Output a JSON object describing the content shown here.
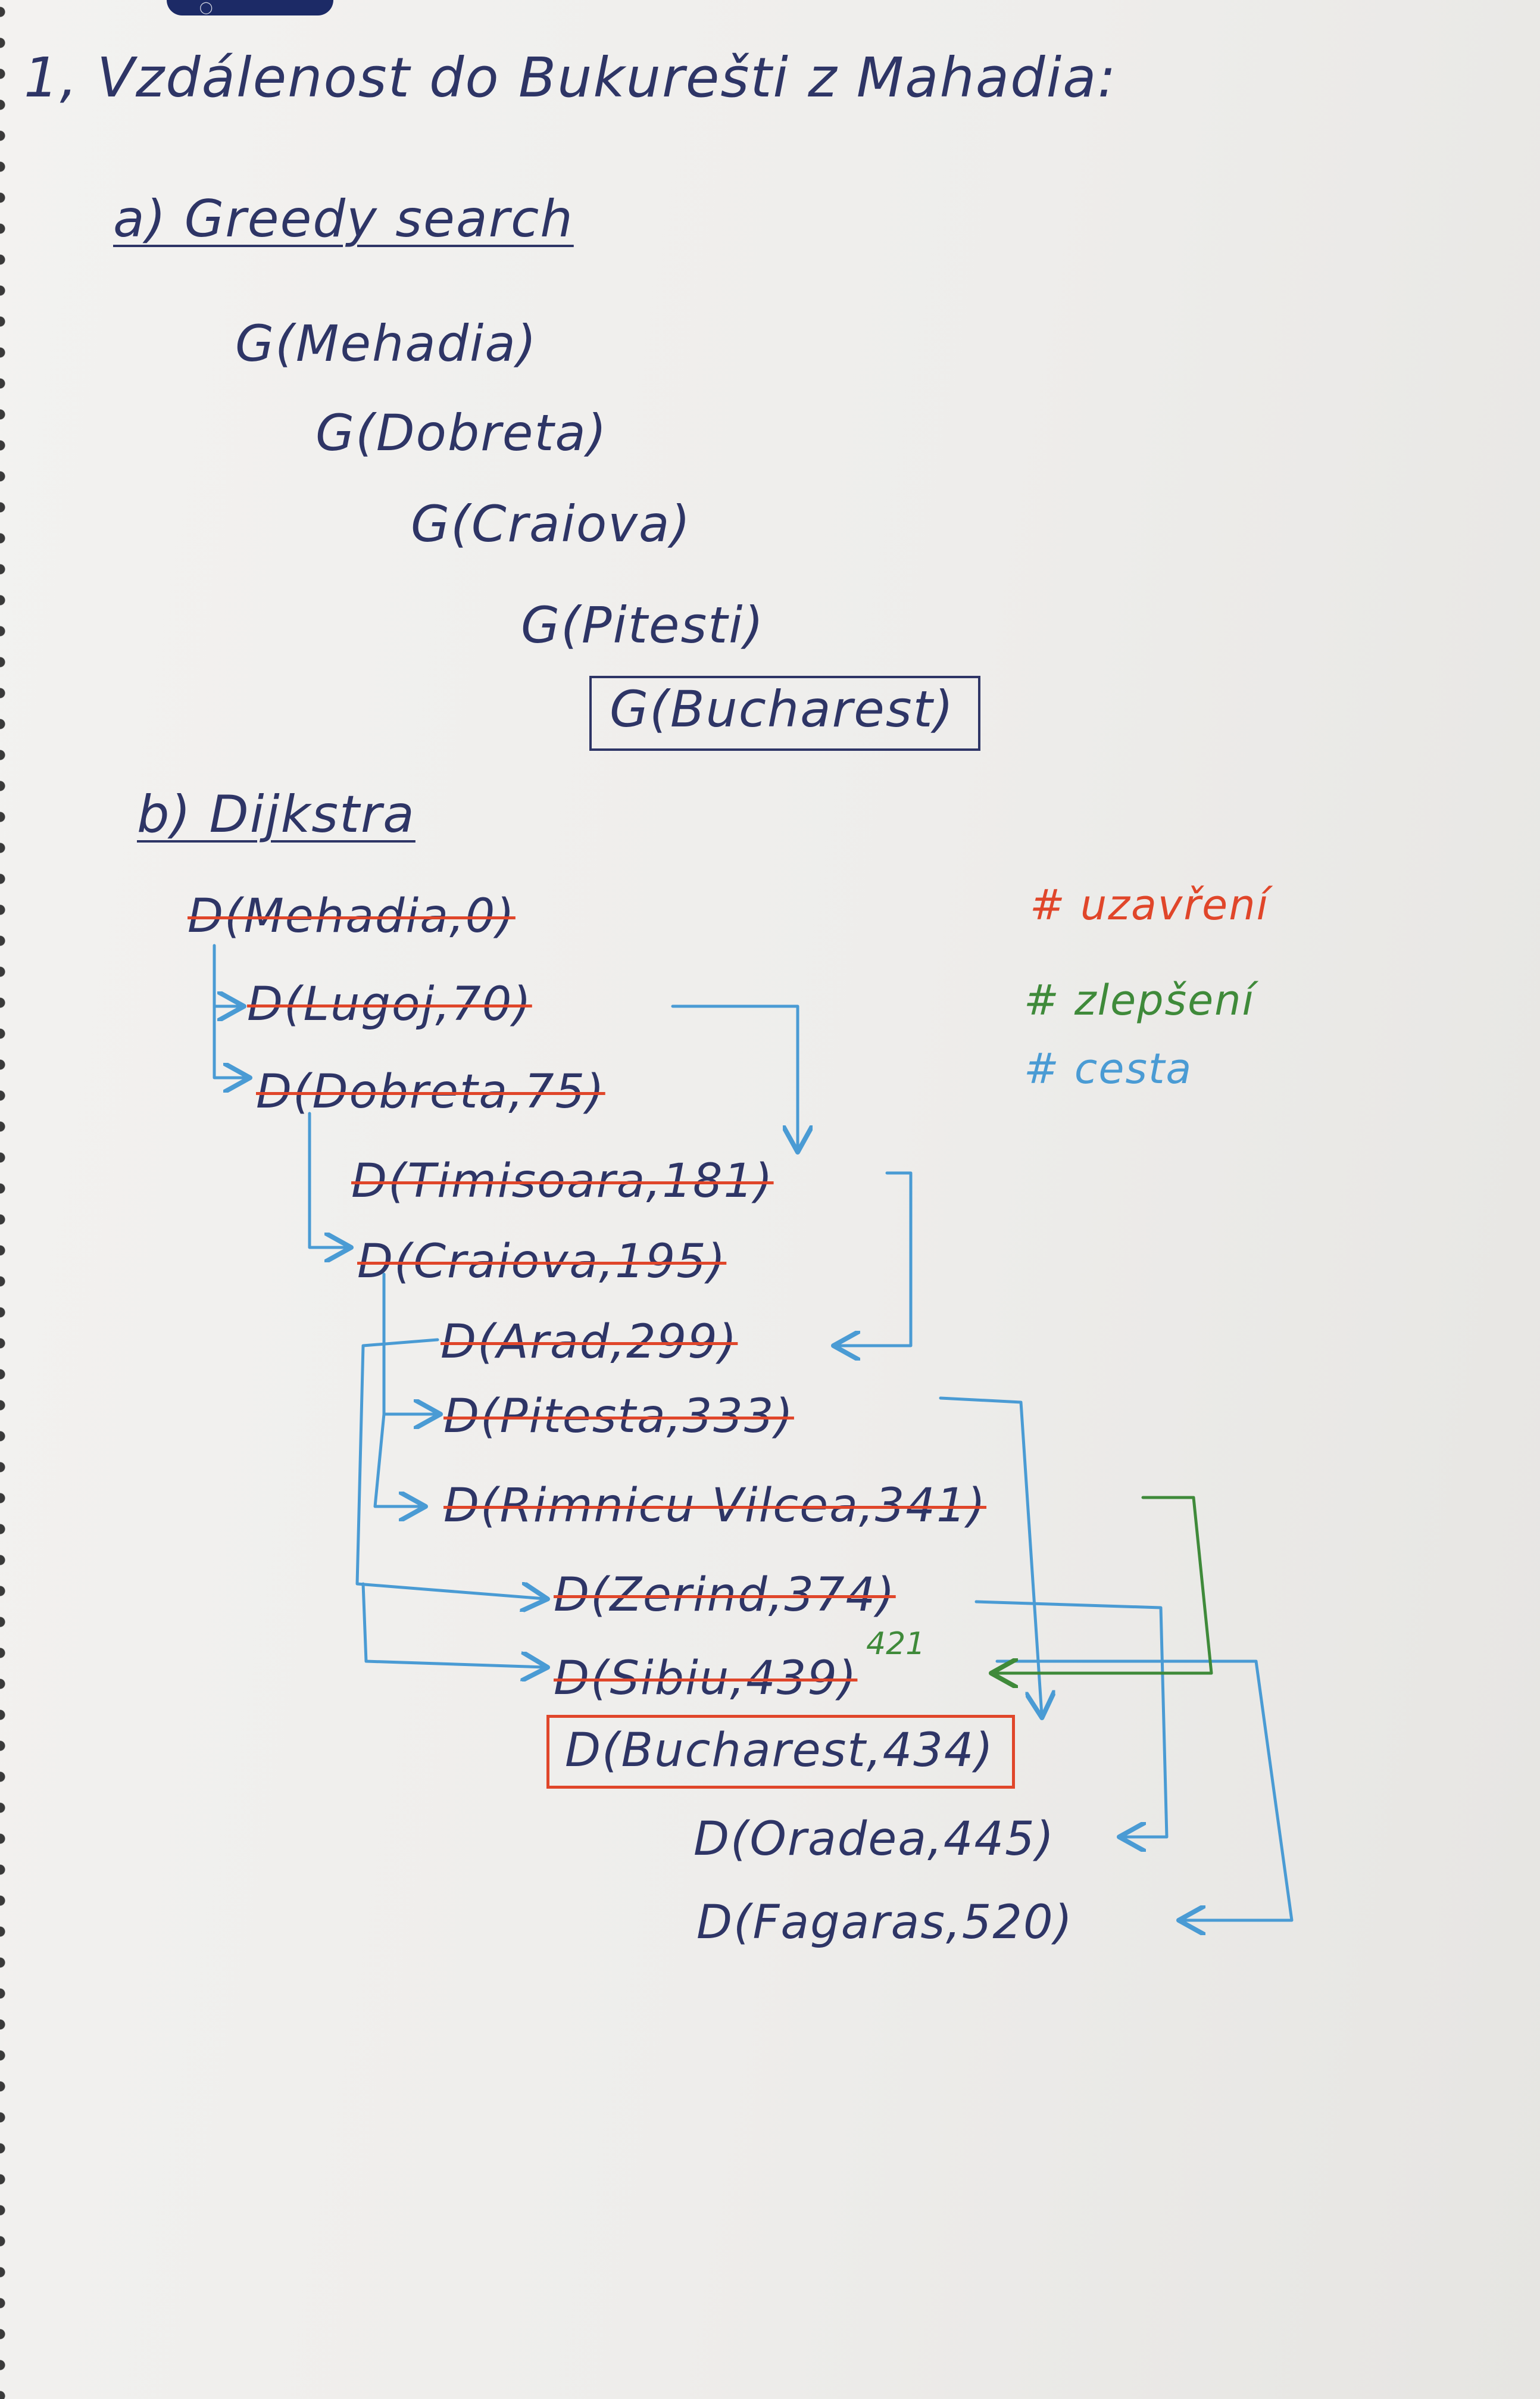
{
  "title": "1, Vzdálenost do Bukurešti z Mahadia:",
  "greedy": {
    "heading": "a) Greedy search",
    "steps": [
      "G(Mehadia)",
      "G(Dobreta)",
      "G(Craiova)",
      "G(Pitesti)",
      "G(Bucharest)"
    ]
  },
  "dijkstra": {
    "heading": "b) Dijkstra",
    "nodes": [
      "D(Mehadia,0)",
      "D(Lugoj,70)",
      "D(Dobreta,75)",
      "D(Timisoara,181)",
      "D(Craiova,195)",
      "D(Arad,299)",
      "D(Pitesta,333)",
      "D(Rimnicu Vilcea,341)",
      "D(Zerind,374)",
      "D(Sibiu,439)",
      "D(Bucharest,434)",
      "D(Oradea,445)",
      "D(Fagaras,520)"
    ],
    "sibiu_correction": "421"
  },
  "legend": {
    "closed_label": "uzavření",
    "improved_label": "zlepšení",
    "path_label": "cesta",
    "marker": "#"
  },
  "colors": {
    "ink": "#2e3566",
    "red": "#e0462a",
    "green": "#3f8a3a",
    "blue": "#4a9bd4"
  }
}
